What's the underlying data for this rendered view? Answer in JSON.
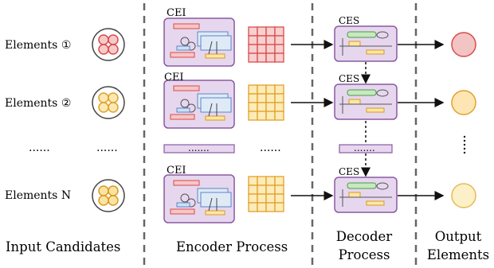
{
  "rows": [
    {
      "label": "Elements ①",
      "color": "#d94b4b",
      "fill": "#f7caca",
      "out_fill": "#f3c4c4"
    },
    {
      "label": "Elements ②",
      "color": "#e0a12a",
      "fill": "#fbe9b4",
      "out_fill": "#fde6b4"
    },
    {
      "label": "Elements N",
      "color": "#d89b1f",
      "fill": "#fbe3a4",
      "out_fill": "#fbf0c8"
    }
  ],
  "ellipsis": {
    "left": "......",
    "mid": "......",
    "encoder_bar": ".......",
    "grid": "......",
    "decoder_bar": "......."
  },
  "encoder_block_label": "CEI",
  "decoder_block_label": "CES",
  "sections": {
    "input": "Input Candidates",
    "encoder": "Encoder Process",
    "decoder_line1": "Decoder",
    "decoder_line2": "Process",
    "output_line1": "Output",
    "output_line2": "Elements"
  },
  "colors": {
    "block_fill": "#e6d7ef",
    "block_stroke": "#8a5aa0",
    "divider": "#666666",
    "red_grid": "#d94b4b",
    "red_grid_fill": "#f8d0d0",
    "yellow_grid": "#e0a12a",
    "yellow_grid_fill": "#fdebb8"
  }
}
